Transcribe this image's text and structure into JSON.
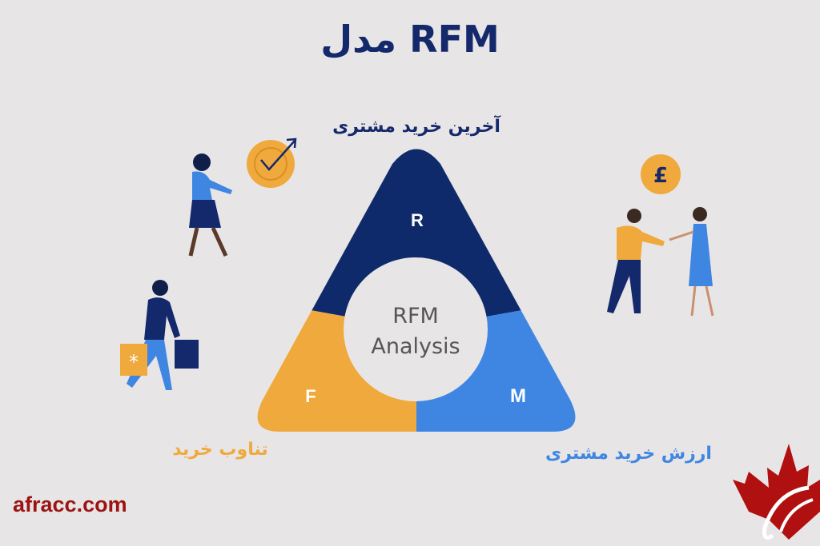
{
  "title": "مدل RFM",
  "labels": {
    "recency": "آخرین خرید مشتری",
    "frequency": "تناوب خرید",
    "monetary": "ارزش خرید مشتری"
  },
  "triangle": {
    "r": "R",
    "f": "F",
    "m": "M",
    "center_line1": "RFM",
    "center_line2": "Analysis"
  },
  "colors": {
    "navy": "#0f2a6b",
    "orange": "#efa93c",
    "blue": "#3f86e3",
    "brand_red": "#b01010"
  },
  "currency_icon": "£",
  "website": "afracc.com"
}
